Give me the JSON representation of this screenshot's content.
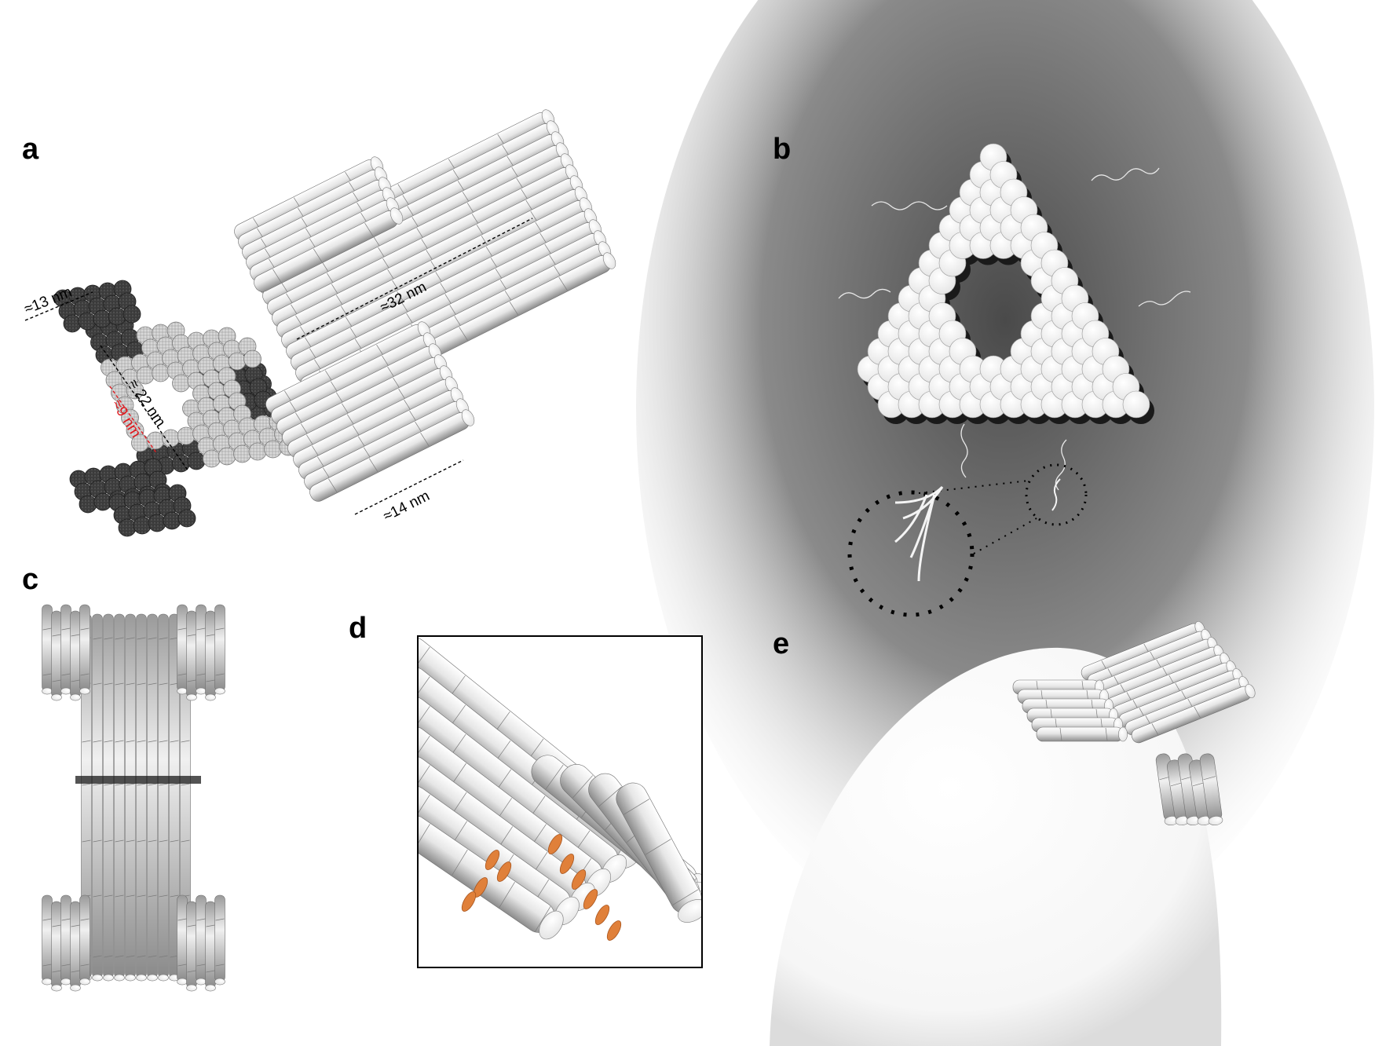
{
  "panels": {
    "a": {
      "letter": "a",
      "dims": {
        "edge": "≈13 nm",
        "height": "≈ 22 nm",
        "cavity": "≈9 nm",
        "length": "≈32 nm",
        "width": "≈14 nm"
      }
    },
    "b": {
      "letter": "b"
    },
    "c": {
      "letter": "c"
    },
    "d": {
      "letter": "d"
    },
    "e": {
      "letter": "e"
    }
  },
  "colors": {
    "helix": "#f2f2f2",
    "helix_shade": "#8a8a8a",
    "cross_section_dark": "#3c3c3c",
    "cross_section_light": "#c9c9c9",
    "dimension_red": "#e0191e",
    "cargo_orange": "#e0803a",
    "background_shadow": "#5a5a5a"
  }
}
